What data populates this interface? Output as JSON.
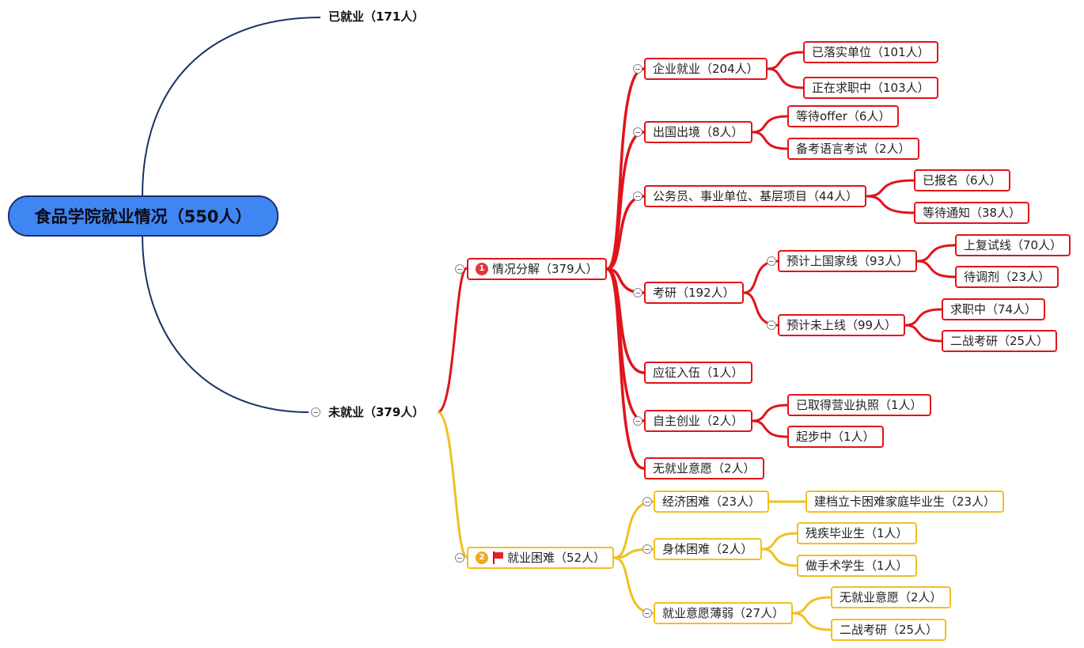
{
  "root": "食品学院就业情况（550人）",
  "employed": "已就业（171人）",
  "unemployed": "未就业（379人）",
  "colors": {
    "red": "#e0141b",
    "yellow": "#f2c01e",
    "navy": "#1d2f6b",
    "root_fill": "#3f86f2"
  },
  "breakdown": {
    "badge": "1",
    "label": "情况分解（379人）",
    "enterprise": {
      "label": "企业就业（204人）",
      "children": [
        "已落实单位（101人）",
        "正在求职中（103人）"
      ]
    },
    "abroad": {
      "label": "出国出境（8人）",
      "children": [
        "等待offer（6人）",
        "备考语言考试（2人）"
      ]
    },
    "civil": {
      "label": "公务员、事业单位、基层项目（44人）",
      "children": [
        "已报名（6人）",
        "等待通知（38人）"
      ]
    },
    "grad": {
      "label": "考研（192人）",
      "above": {
        "label": "预计上国家线（93人）",
        "children": [
          "上复试线（70人）",
          "待调剂（23人）"
        ]
      },
      "below": {
        "label": "预计未上线（99人）",
        "children": [
          "求职中（74人）",
          "二战考研（25人）"
        ]
      }
    },
    "army": {
      "label": "应征入伍（1人）"
    },
    "startup": {
      "label": "自主创业（2人）",
      "children": [
        "已取得营业执照（1人）",
        "起步中（1人）"
      ]
    },
    "none": {
      "label": "无就业意愿（2人）"
    }
  },
  "difficulty": {
    "badge": "2",
    "flag_icon": "red-flag",
    "label": "就业困难（52人）",
    "economic": {
      "label": "经济困难（23人）",
      "children": [
        "建档立卡困难家庭毕业生（23人）"
      ]
    },
    "physical": {
      "label": "身体困难（2人）",
      "children": [
        "残疾毕业生（1人）",
        "做手术学生（1人）"
      ]
    },
    "weak": {
      "label": "就业意愿薄弱（27人）",
      "children": [
        "无就业意愿（2人）",
        "二战考研（25人）"
      ]
    }
  }
}
